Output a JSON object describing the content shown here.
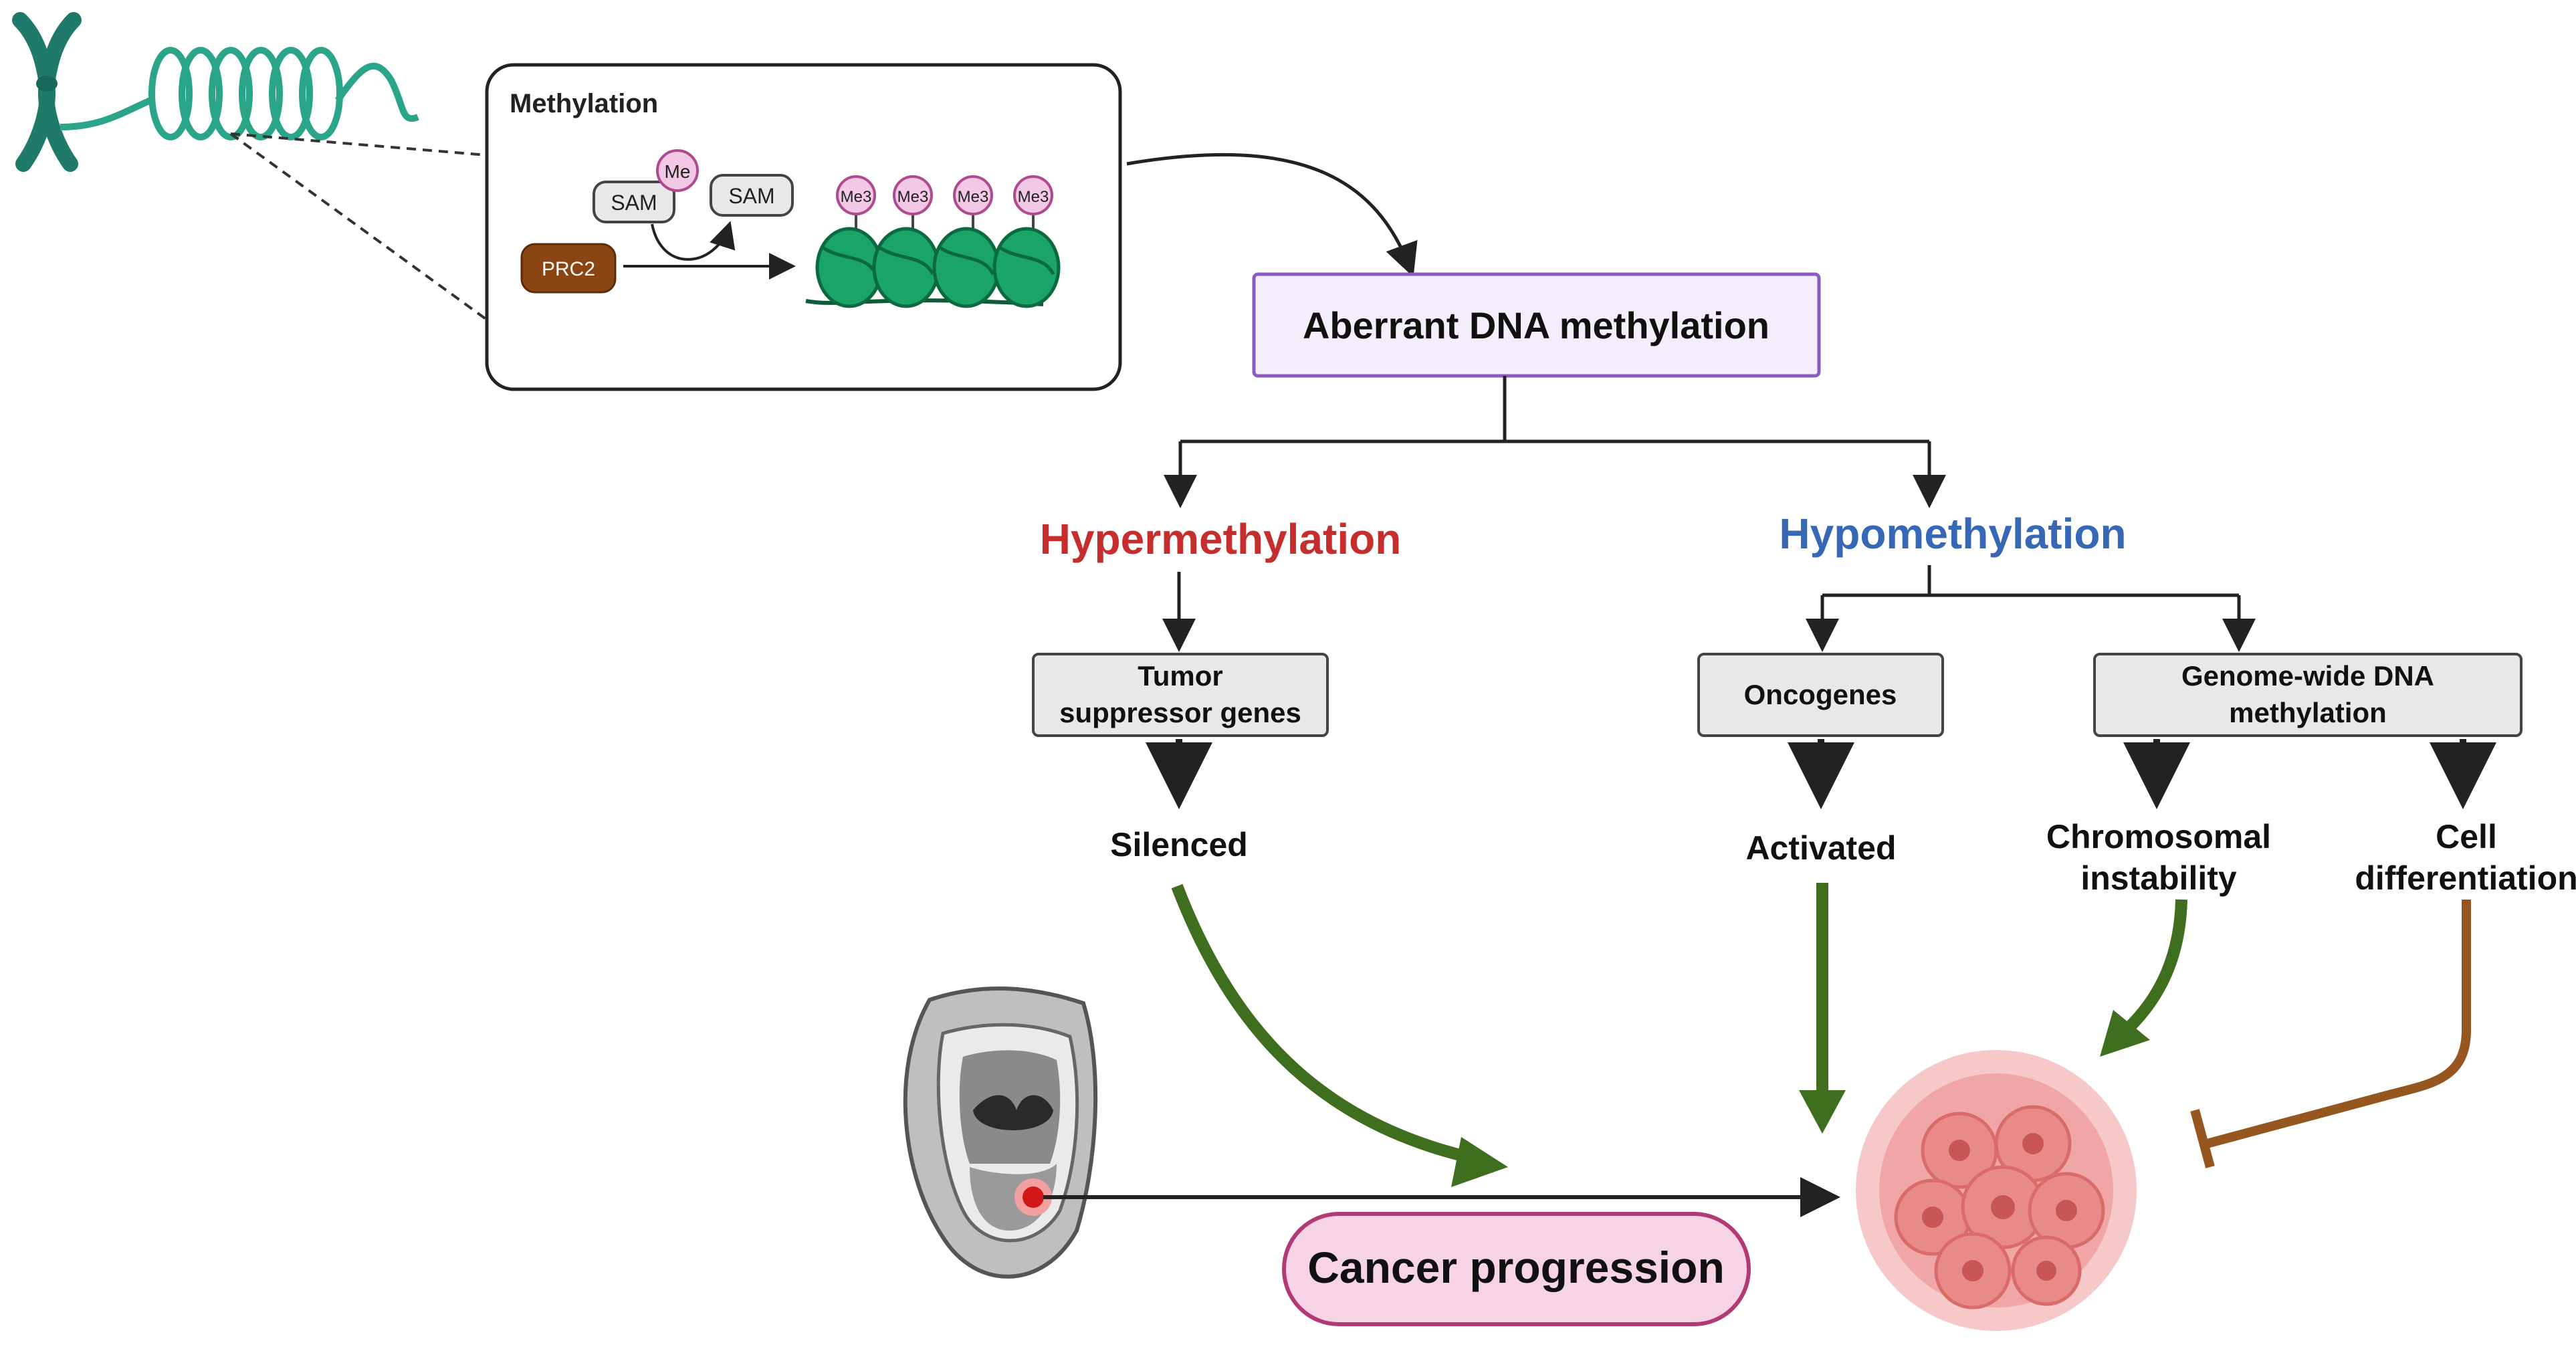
{
  "inset": {
    "title": "Methylation",
    "sam_label": "SAM",
    "sam_out_label": "SAM",
    "me_label": "Me",
    "prc2_label": "PRC2",
    "me3_label": "Me3"
  },
  "nodes": {
    "aberrant": "Aberrant DNA methylation",
    "hyper": "Hypermethylation",
    "hypo": "Hypomethylation",
    "tsg_line1": "Tumor",
    "tsg_line2": "suppressor genes",
    "oncogenes": "Oncogenes",
    "genome_line1": "Genome-wide DNA",
    "genome_line2": "methylation",
    "silenced": "Silenced",
    "activated": "Activated",
    "chromo_line1": "Chromosomal",
    "chromo_line2": "instability",
    "celldiff_line1": "Cell",
    "celldiff_line2": "differentiation",
    "cancer": "Cancer progression"
  },
  "colors": {
    "hyper": "#c62e2e",
    "hypo": "#3668b5",
    "green_arrow": "#3f6e1f",
    "brown_inhibit": "#96561f",
    "aberrant_fill": "#f4eefc",
    "aberrant_stroke": "#8a5cc2",
    "cancer_fill": "#f7d3e6",
    "cancer_stroke": "#b23a74",
    "gene_box_fill": "#e8e8e8",
    "nucleosome": "#1aa36a",
    "me_fill": "#f2c8e4",
    "me_stroke": "#b04a8f",
    "prc2_fill": "#8b4512",
    "chromosome": "#1f7a6a",
    "tumor_cells": "#e98a8a"
  }
}
